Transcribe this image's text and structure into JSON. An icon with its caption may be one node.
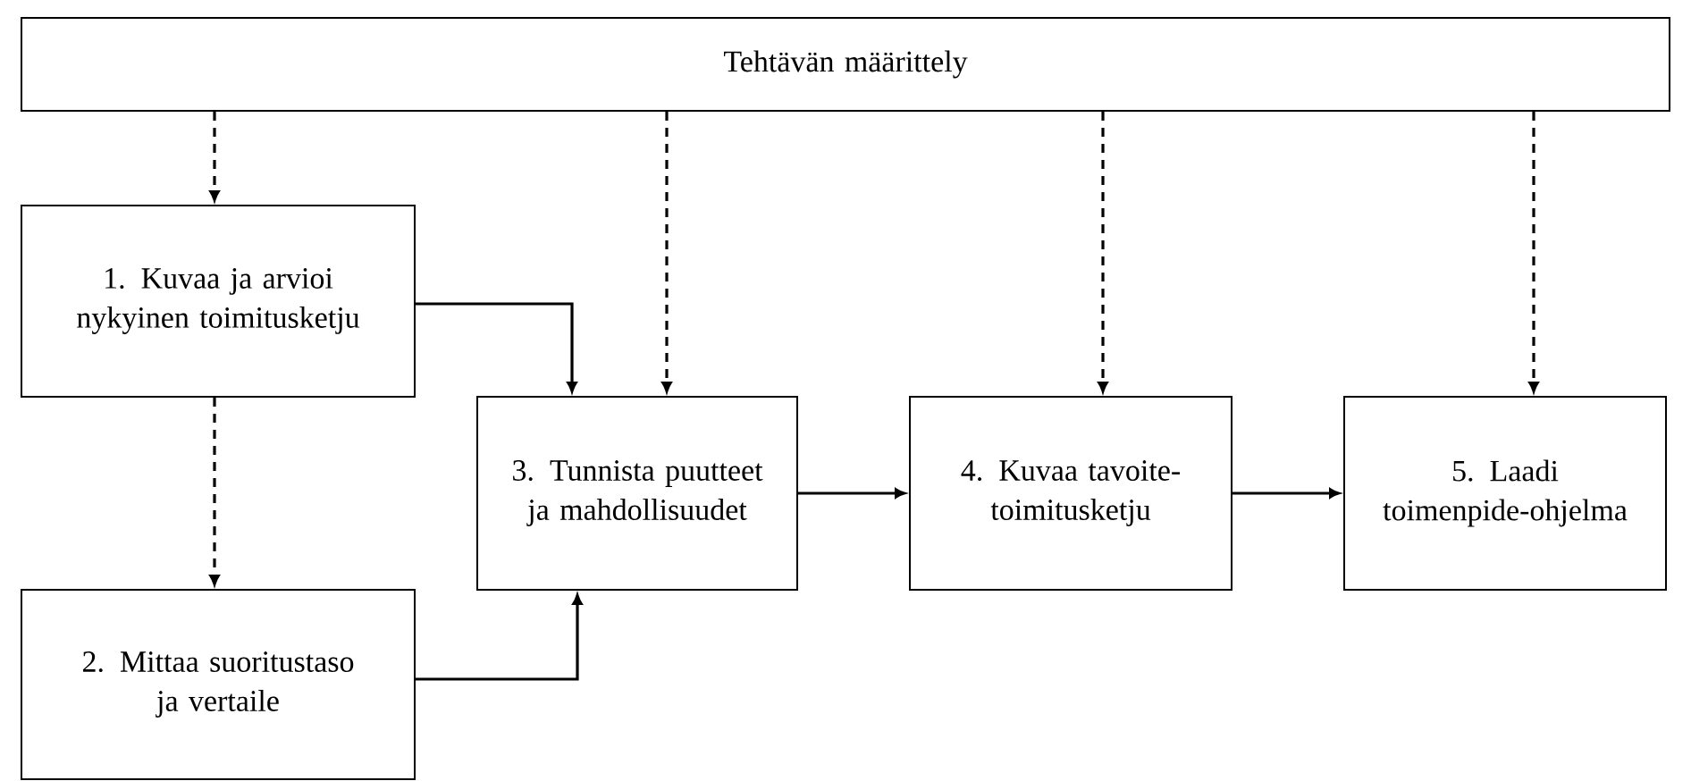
{
  "diagram": {
    "nodes": [
      {
        "text": [
          "Tehtävän määrittely"
        ]
      },
      {
        "text": [
          "1. Kuvaa ja arvioi nykyinen toimitusketju"
        ]
      },
      {
        "text": [
          "2. Mittaa suoritustaso ja vertaile"
        ]
      },
      {
        "text": [
          "3. Tunnista puutteet ja mahdollisuudet"
        ]
      },
      {
        "text": [
          "4. Kuvaa tavoite-toimitusketju"
        ]
      },
      {
        "text": [
          "5. Laadi toimenpide-ohjelma"
        ]
      }
    ],
    "edges": [
      {
        "from": 0,
        "to": 1,
        "arrow": "to",
        "style": "dashed"
      },
      {
        "from": 0,
        "to": 3,
        "arrow": "to",
        "style": "dashed"
      },
      {
        "from": 0,
        "to": 4,
        "arrow": "to",
        "style": "dashed"
      },
      {
        "from": 0,
        "to": 5,
        "arrow": "to",
        "style": "dashed"
      },
      {
        "from": 1,
        "to": 2,
        "arrow": "to",
        "style": "dashed"
      },
      {
        "from": 1,
        "to": 3,
        "arrow": "to"
      },
      {
        "from": 2,
        "to": 3,
        "arrow": "to"
      },
      {
        "from": 3,
        "to": 4,
        "arrow": "to"
      },
      {
        "from": 4,
        "to": 5,
        "arrow": "to"
      }
    ]
  }
}
